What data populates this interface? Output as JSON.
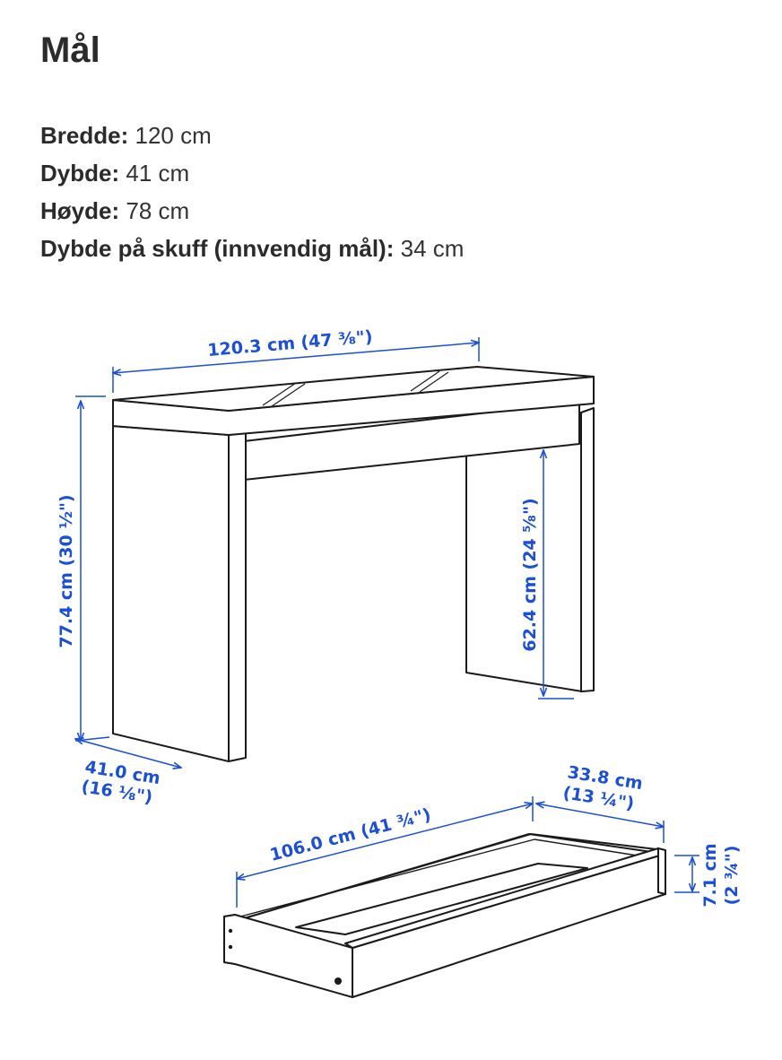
{
  "page": {
    "title": "Mål"
  },
  "specs": [
    {
      "label": "Bredde:",
      "value": "120 cm"
    },
    {
      "label": "Dybde:",
      "value": "41 cm"
    },
    {
      "label": "Høyde:",
      "value": "78 cm"
    },
    {
      "label": "Dybde på skuff (innvendig mål):",
      "value": "34 cm"
    }
  ],
  "diagram": {
    "colors": {
      "line": "#1a1a1a",
      "dimension": "#1a4fd6"
    },
    "dimensions": {
      "width": "120.3 cm (47 ³⁄₈\")",
      "height": "77.4 cm (30 ½\")",
      "clearance": "62.4 cm (24 ⁵⁄₈\")",
      "depth_cm": "41.0 cm",
      "depth_in": "(16 ⅛\")",
      "drawer_length": "106.0 cm (41 ¾\")",
      "drawer_depth_cm": "33.8 cm",
      "drawer_depth_in": "(13 ¼\")",
      "drawer_height_cm": "7.1 cm",
      "drawer_height_in": "(2 ¾\")"
    }
  }
}
